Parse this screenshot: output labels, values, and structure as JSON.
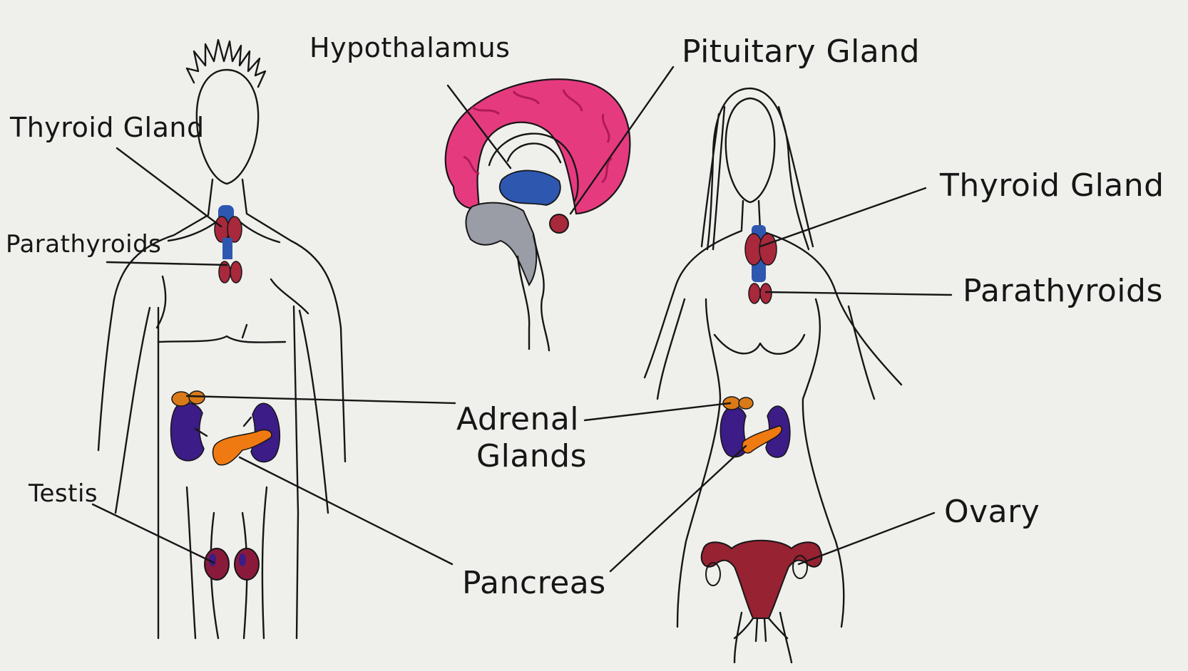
{
  "labels": {
    "male_thyroid": "Thyroid Gland",
    "male_parathyroids": "Parathyroids",
    "testis": "Testis",
    "hypothalamus": "Hypothalamus",
    "pituitary": "Pituitary Gland",
    "adrenal_line1": "Adrenal",
    "adrenal_line2": "Glands",
    "pancreas": "Pancreas",
    "female_thyroid": "Thyroid Gland",
    "female_parathyroids": "Parathyroids",
    "ovary": "Ovary"
  },
  "colors": {
    "background": "#efefec",
    "ink": "#161616",
    "brain": "#e63a7f",
    "brainstem": "#9a9ca6",
    "hypothalamus": "#2e57b0",
    "thyroid_gland": "#a8283c",
    "parathyroids": "#2e57b0",
    "kidney": "#3c1c86",
    "adrenal": "#d97a18",
    "pancreas": "#f07a12",
    "testis": "#8a1a3c",
    "uterus": "#962232"
  }
}
